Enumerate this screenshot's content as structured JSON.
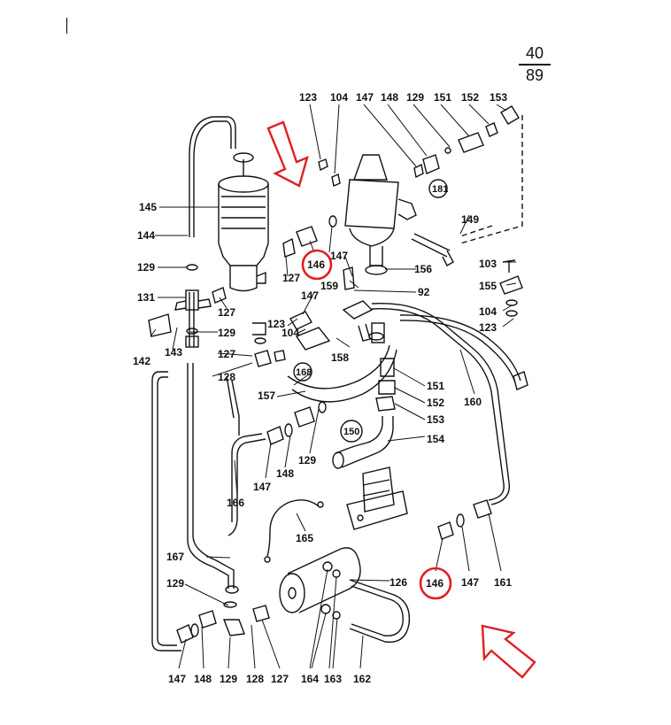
{
  "page_number": {
    "current": "40",
    "total": "89"
  },
  "highlight_color": "#e02020",
  "highlighted_parts": [
    "146"
  ],
  "part_labels": {
    "p123t": "123",
    "p104t": "104",
    "p147t": "147",
    "p148t": "148",
    "p129t": "129",
    "p151t": "151",
    "p152t": "152",
    "p153t": "153",
    "p181": "181",
    "p149": "149",
    "p145": "145",
    "p144": "144",
    "p129a": "129",
    "p131": "131",
    "p142": "142",
    "p143": "143",
    "p129b": "129",
    "p127a": "127",
    "p127b": "127",
    "p128a": "128",
    "p146a": "146",
    "p147a": "147",
    "p127c": "127",
    "p156": "156",
    "p92": "92",
    "p159": "159",
    "p147b": "147",
    "p123m": "123",
    "p104m": "104",
    "p158": "158",
    "p168": "168",
    "p157": "157",
    "p103": "103",
    "p155": "155",
    "p104r": "104",
    "p123r": "123",
    "p151m": "151",
    "p152m": "152",
    "p153m": "153",
    "p154": "154",
    "p150": "150",
    "p160": "160",
    "p129c": "129",
    "p148m": "148",
    "p147m": "147",
    "p166": "166",
    "p165": "165",
    "p167": "167",
    "p129d": "129",
    "p126": "126",
    "p146b": "146",
    "p147r": "147",
    "p161": "161",
    "p147bot": "147",
    "p148bot": "148",
    "p129bot": "129",
    "p128bot": "128",
    "p127bot": "127",
    "p164": "164",
    "p163": "163",
    "p162": "162"
  }
}
